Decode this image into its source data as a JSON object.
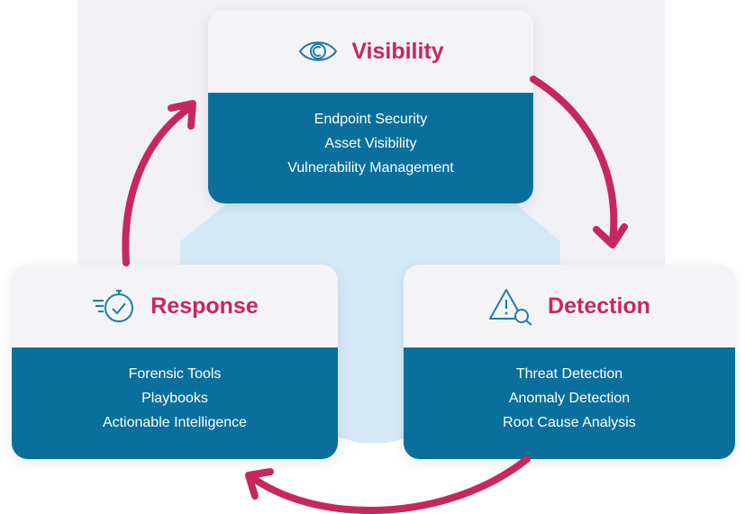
{
  "colors": {
    "accent": "#c7275f",
    "panel": "#0a6f9c",
    "icon": "#1e7ca8",
    "connector": "#d4e9f6"
  },
  "cards": [
    {
      "id": "visibility",
      "title": "Visibility",
      "icon": "eye-icon",
      "items": [
        "Endpoint Security",
        "Asset Visibility",
        "Vulnerability Management"
      ]
    },
    {
      "id": "response",
      "title": "Response",
      "icon": "stopwatch-check-icon",
      "items": [
        "Forensic Tools",
        "Playbooks",
        "Actionable Intelligence"
      ]
    },
    {
      "id": "detection",
      "title": "Detection",
      "icon": "warning-search-icon",
      "items": [
        "Threat Detection",
        "Anomaly Detection",
        "Root Cause Analysis"
      ]
    }
  ]
}
